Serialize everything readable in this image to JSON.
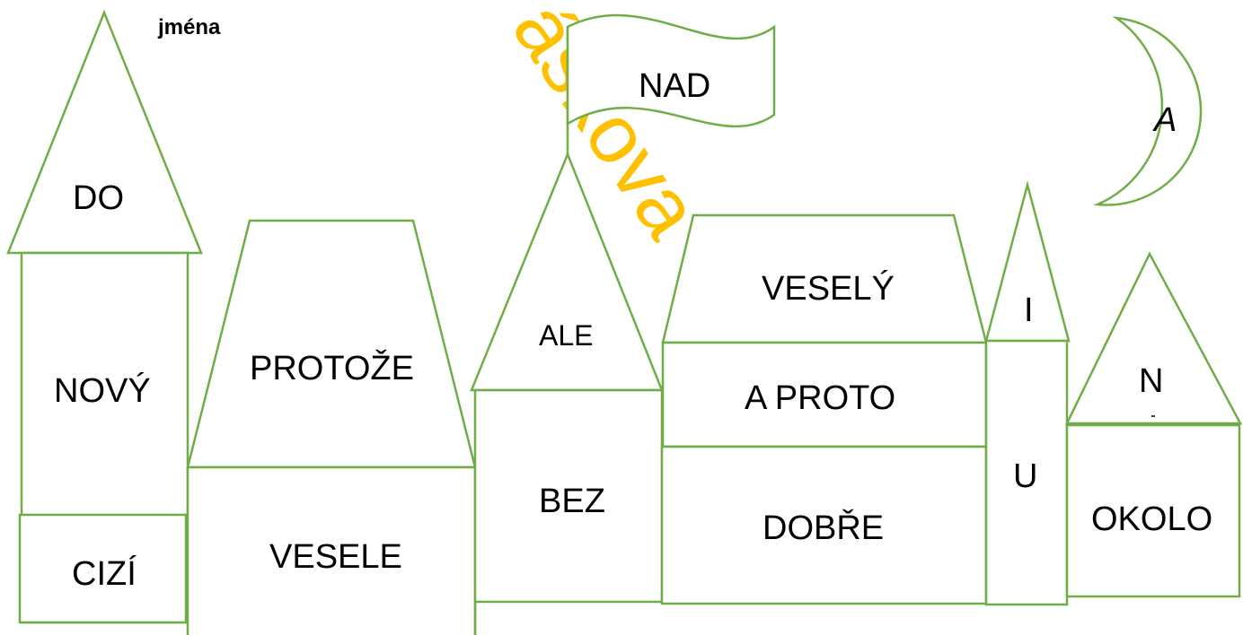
{
  "heading": "jména",
  "watermark": "áskova",
  "colors": {
    "outline": "#70ad47",
    "watermark": "#ffc000",
    "text": "#000000"
  },
  "words": {
    "do": "DO",
    "novy": "NOVÝ",
    "cizi": "CIZÍ",
    "protoze": "PROTOŽE",
    "vesele": "VESELE",
    "nad": "NAD",
    "ale": "ALE",
    "bez": "BEZ",
    "vesely": "VESELÝ",
    "a_proto": "A PROTO",
    "dobre": "DOBŘE",
    "i": "I",
    "u": "U",
    "n": "N",
    "okolo": "OKOLO",
    "a": "A"
  }
}
